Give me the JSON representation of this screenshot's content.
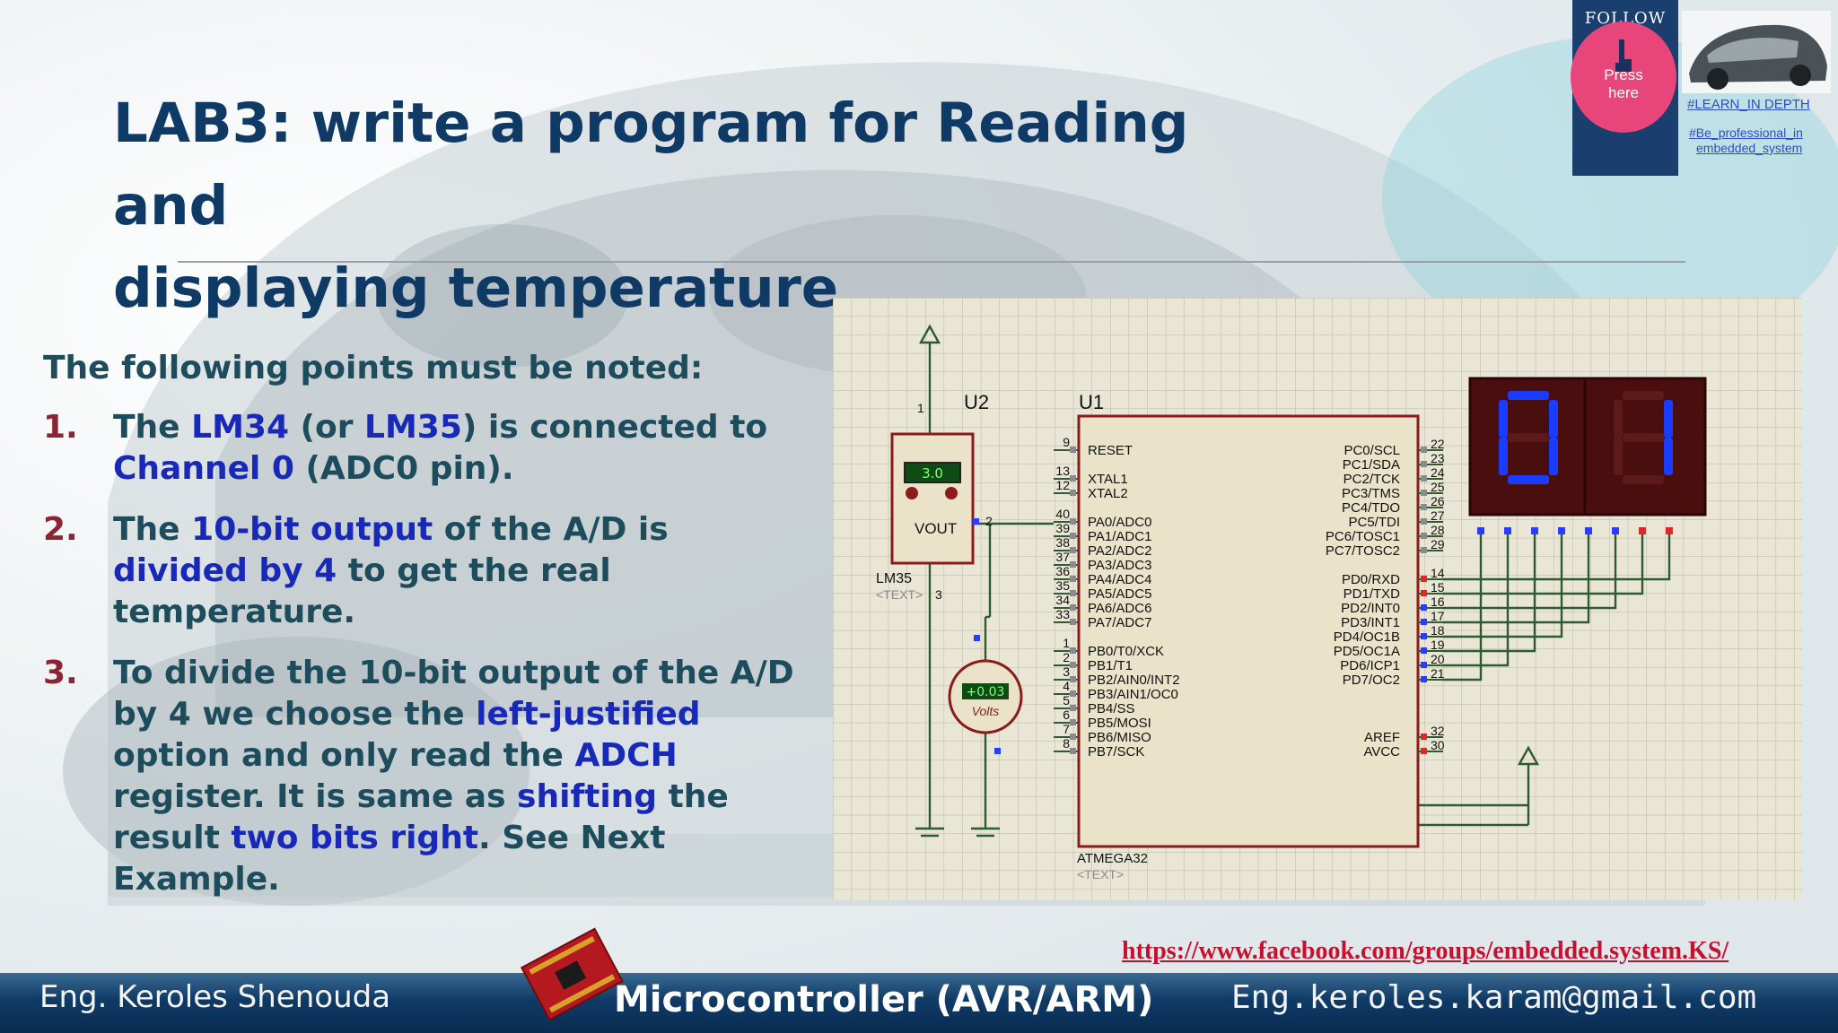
{
  "slide": {
    "title_line1": "LAB3: write a program for Reading and",
    "title_line2": "displaying temperature",
    "intro": "The following points must be noted:",
    "points": [
      {
        "num": "1.",
        "segments": [
          {
            "t": "The "
          },
          {
            "t": "LM34",
            "hl": true
          },
          {
            "t": " (or "
          },
          {
            "t": "LM35",
            "hl": true
          },
          {
            "t": ") is connected to "
          },
          {
            "t": "Channel 0",
            "hl": true
          },
          {
            "t": " (ADC0 pin)."
          }
        ]
      },
      {
        "num": "2.",
        "segments": [
          {
            "t": "The "
          },
          {
            "t": "10-bit output",
            "hl": true
          },
          {
            "t": " of the A/D is "
          },
          {
            "t": "divided by 4",
            "hl": true
          },
          {
            "t": " to get the real temperature."
          }
        ]
      },
      {
        "num": "3.",
        "segments": [
          {
            "t": "To divide the 10-bit output of the A/D by 4 we choose the "
          },
          {
            "t": "left-justified",
            "hl": true
          },
          {
            "t": " option and only read the "
          },
          {
            "t": "ADCH",
            "hl": true
          },
          {
            "t": " register. It is same as "
          },
          {
            "t": "shifting",
            "hl": true
          },
          {
            "t": " the result "
          },
          {
            "t": "two bits right",
            "hl": true
          },
          {
            "t": ". See Next Example."
          }
        ]
      }
    ]
  },
  "follow": {
    "label": "FOLLOW US",
    "press": "Press",
    "here": "here",
    "tag1": "#LEARN_IN DEPTH",
    "tag2_line1": "#Be_professional_in",
    "tag2_line2": "embedded_system"
  },
  "circuit": {
    "u2_ref": "U2",
    "u1_ref": "U1",
    "sensor_name": "LM35",
    "sensor_reading": "3.0",
    "sensor_pin_label": "VOUT",
    "sensor_text": "<TEXT>",
    "sensor_pins": [
      "1",
      "2",
      "3"
    ],
    "voltmeter_value": "+0.03",
    "voltmeter_unit": "Volts",
    "mcu_name": "ATMEGA32",
    "mcu_text": "<TEXT>",
    "left_pins": [
      {
        "num": "9",
        "name": "RESET",
        "red": false
      },
      {
        "num": "13",
        "name": "XTAL1",
        "red": false
      },
      {
        "num": "12",
        "name": "XTAL2",
        "red": false
      },
      {
        "num": "40",
        "name": "PA0/ADC0",
        "red": false
      },
      {
        "num": "39",
        "name": "PA1/ADC1",
        "red": false
      },
      {
        "num": "38",
        "name": "PA2/ADC2",
        "red": false
      },
      {
        "num": "37",
        "name": "PA3/ADC3",
        "red": false
      },
      {
        "num": "36",
        "name": "PA4/ADC4",
        "red": false
      },
      {
        "num": "35",
        "name": "PA5/ADC5",
        "red": false
      },
      {
        "num": "34",
        "name": "PA6/ADC6",
        "red": false
      },
      {
        "num": "33",
        "name": "PA7/ADC7",
        "red": false
      },
      {
        "num": "1",
        "name": "PB0/T0/XCK",
        "red": false
      },
      {
        "num": "2",
        "name": "PB1/T1",
        "red": false
      },
      {
        "num": "3",
        "name": "PB2/AIN0/INT2",
        "red": false
      },
      {
        "num": "4",
        "name": "PB3/AIN1/OC0",
        "red": false
      },
      {
        "num": "5",
        "name": "PB4/SS",
        "red": false
      },
      {
        "num": "6",
        "name": "PB5/MOSI",
        "red": false
      },
      {
        "num": "7",
        "name": "PB6/MISO",
        "red": false
      },
      {
        "num": "8",
        "name": "PB7/SCK",
        "red": false
      }
    ],
    "right_pins": [
      {
        "num": "22",
        "name": "PC0/SCL",
        "red": false
      },
      {
        "num": "23",
        "name": "PC1/SDA",
        "red": false
      },
      {
        "num": "24",
        "name": "PC2/TCK",
        "red": false
      },
      {
        "num": "25",
        "name": "PC3/TMS",
        "red": false
      },
      {
        "num": "26",
        "name": "PC4/TDO",
        "red": false
      },
      {
        "num": "27",
        "name": "PC5/TDI",
        "red": false
      },
      {
        "num": "28",
        "name": "PC6/TOSC1",
        "red": false
      },
      {
        "num": "29",
        "name": "PC7/TOSC2",
        "red": false
      },
      {
        "num": "14",
        "name": "PD0/RXD",
        "red": true
      },
      {
        "num": "15",
        "name": "PD1/TXD",
        "red": true
      },
      {
        "num": "16",
        "name": "PD2/INT0",
        "red": false
      },
      {
        "num": "17",
        "name": "PD3/INT1",
        "red": false
      },
      {
        "num": "18",
        "name": "PD4/OC1B",
        "red": false
      },
      {
        "num": "19",
        "name": "PD5/OC1A",
        "red": false
      },
      {
        "num": "20",
        "name": "PD6/ICP1",
        "red": false
      },
      {
        "num": "21",
        "name": "PD7/OC2",
        "red": false
      },
      {
        "num": "32",
        "name": "AREF",
        "red": true
      },
      {
        "num": "30",
        "name": "AVCC",
        "red": true
      }
    ],
    "display_digits": "01"
  },
  "footer": {
    "facebook_url": "https://www.facebook.com/groups/embedded.system.KS/",
    "author": "Eng. Keroles Shenouda",
    "course": "Microcontroller (AVR/ARM)",
    "email": "Eng.keroles.karam@gmail.com"
  },
  "colors": {
    "title": "#103a66",
    "body_text": "#1d4c5c",
    "highlight": "#1828b8",
    "number": "#8b2535",
    "footer_bar": "#0f3a66",
    "link": "#c8102e",
    "segment_on": "#1a3cff"
  }
}
